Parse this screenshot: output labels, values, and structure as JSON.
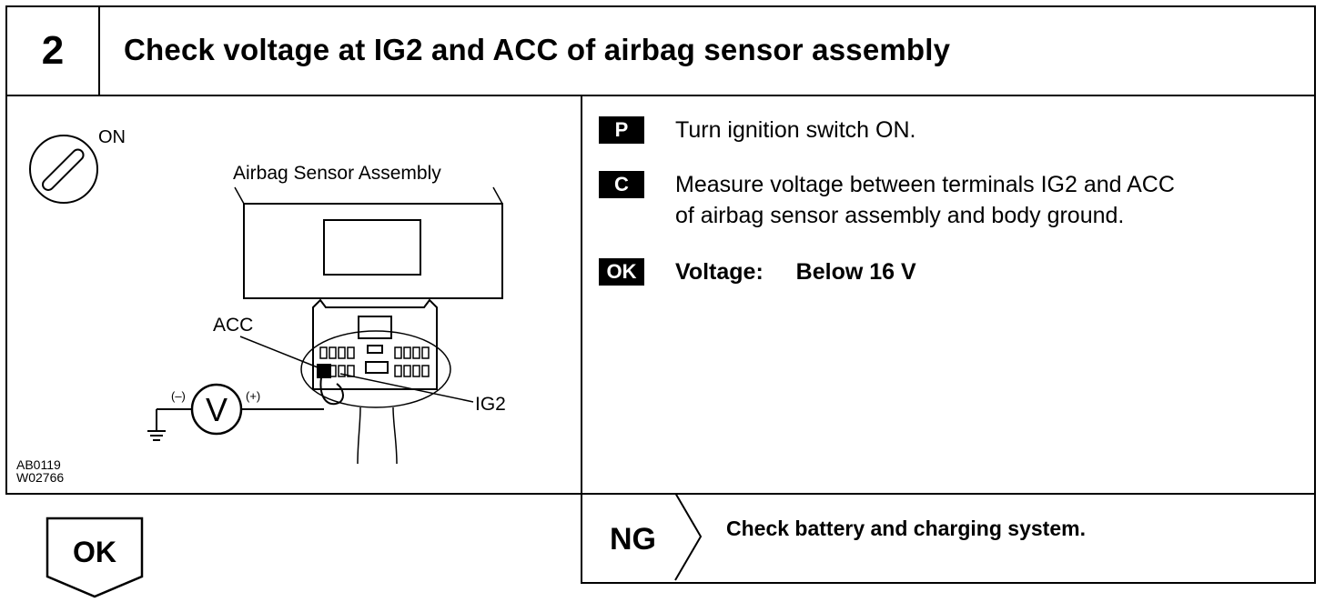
{
  "header": {
    "step_number": "2",
    "title": "Check voltage at IG2 and ACC of airbag sensor assembly"
  },
  "figure": {
    "labels": {
      "on": "ON",
      "assembly": "Airbag Sensor Assembly",
      "acc": "ACC",
      "ig2": "IG2",
      "minus": "(–)",
      "plus": "(+)",
      "meter": "V"
    },
    "codes": [
      "AB0119",
      "W02766"
    ]
  },
  "procedure": [
    {
      "tag": "P",
      "text": "Turn ignition switch ON."
    },
    {
      "tag": "C",
      "text_lines": [
        "Measure voltage between terminals IG2 and ACC",
        "of airbag sensor assembly and body ground."
      ]
    },
    {
      "tag": "OK",
      "label": "Voltage:",
      "value": "Below 16 V"
    }
  ],
  "result_ok": {
    "label": "OK"
  },
  "result_ng": {
    "label": "NG",
    "text": "Check battery and charging system."
  }
}
